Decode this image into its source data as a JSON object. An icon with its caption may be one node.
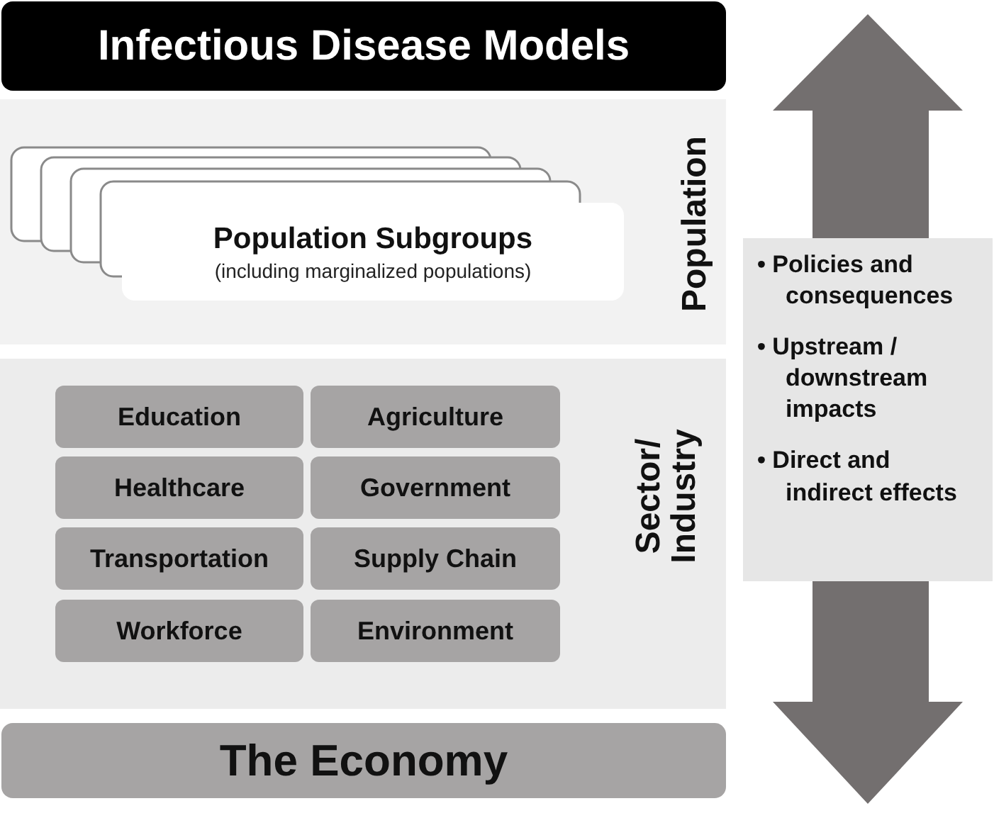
{
  "diagram": {
    "nodes": [
      {
        "text": [
          "Infectious Disease Models"
        ]
      },
      {
        "text": [
          "Population"
        ]
      },
      {
        "text": [
          "Population Subgroups",
          "(including marginalized populations)"
        ],
        "in": 1
      },
      {
        "text": [
          "Sector/ Industry"
        ]
      },
      {
        "text": [
          "Education"
        ],
        "in": 3
      },
      {
        "text": [
          "Agriculture"
        ],
        "in": 3
      },
      {
        "text": [
          "Healthcare"
        ],
        "in": 3
      },
      {
        "text": [
          "Government"
        ],
        "in": 3
      },
      {
        "text": [
          "Transportation"
        ],
        "in": 3
      },
      {
        "text": [
          "Supply Chain"
        ],
        "in": 3
      },
      {
        "text": [
          "Workforce"
        ],
        "in": 3
      },
      {
        "text": [
          "Environment"
        ],
        "in": 3
      },
      {
        "text": [
          "The Economy"
        ]
      },
      {
        "text": [
          "• Policies and consequences",
          "• Upstream / downstream impacts",
          "• Direct and indirect effects"
        ]
      }
    ],
    "edges": []
  }
}
